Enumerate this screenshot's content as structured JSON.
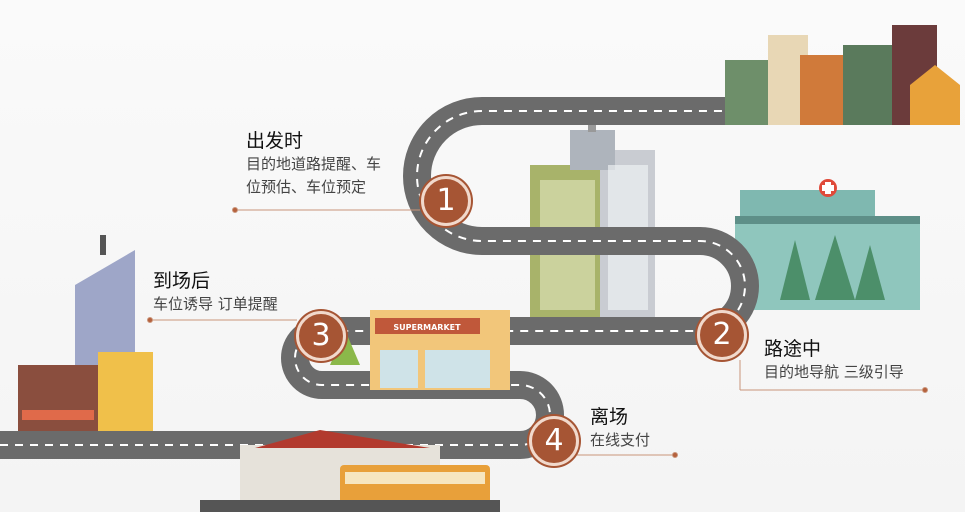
{
  "steps": [
    {
      "number": "1",
      "title": "出发时",
      "desc_line1": "目的地道路提醒、车",
      "desc_line2": "位预估、车位预定"
    },
    {
      "number": "2",
      "title": "路途中",
      "desc": "目的地导航 三级引导"
    },
    {
      "number": "3",
      "title": "到场后",
      "desc": "车位诱导 订单提醒"
    },
    {
      "number": "4",
      "title": "离场",
      "desc": "在线支付"
    }
  ],
  "store_sign": "SUPERMARKET",
  "colors": {
    "road": "#6b6b6b",
    "badge": "#a65534",
    "leader": "#c9957a"
  }
}
